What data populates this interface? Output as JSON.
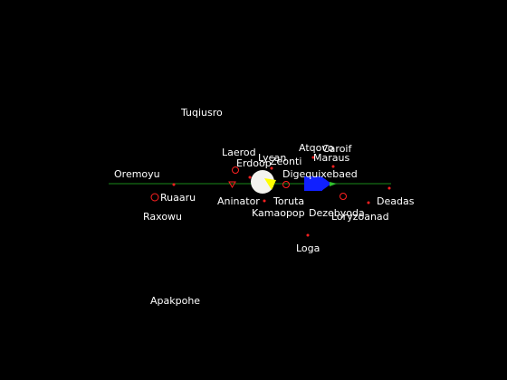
{
  "colors": {
    "background": "#000000",
    "label": "#ffffff",
    "planet_marker": "#ff2020",
    "axis_line": "#1a8a1a",
    "sun_fill": "#f4f4ef",
    "ship_yellow": "#ffff00",
    "ship_blue": "#1020ff",
    "ship_green": "#30c030"
  },
  "systems": [
    {
      "name": "Tuqiusro",
      "marker": "none"
    },
    {
      "name": "Laerod",
      "marker": "ring"
    },
    {
      "name": "Erdoop",
      "marker": "dot"
    },
    {
      "name": "Lycan",
      "marker": "dot"
    },
    {
      "name": "Zeonti",
      "marker": "dot"
    },
    {
      "name": "Atqovo",
      "marker": "dot"
    },
    {
      "name": "Caroif",
      "marker": "dot"
    },
    {
      "name": "Maraus",
      "marker": "dot"
    },
    {
      "name": "Oremoyu",
      "marker": "dot"
    },
    {
      "name": "Digequixebaed",
      "marker": "ring"
    },
    {
      "name": "Ruaaru",
      "marker": "ring"
    },
    {
      "name": "Aninator",
      "marker": "triangle"
    },
    {
      "name": "Toruta",
      "marker": "dot"
    },
    {
      "name": "Kamaopop",
      "marker": "none"
    },
    {
      "name": "Dezebyoda",
      "marker": "ring"
    },
    {
      "name": "Loryzoanad",
      "marker": "dot"
    },
    {
      "name": "Deadas",
      "marker": "dot"
    },
    {
      "name": "Raxowu",
      "marker": "none"
    },
    {
      "name": "Loga",
      "marker": "dot"
    },
    {
      "name": "Apakpohe",
      "marker": "none"
    }
  ]
}
